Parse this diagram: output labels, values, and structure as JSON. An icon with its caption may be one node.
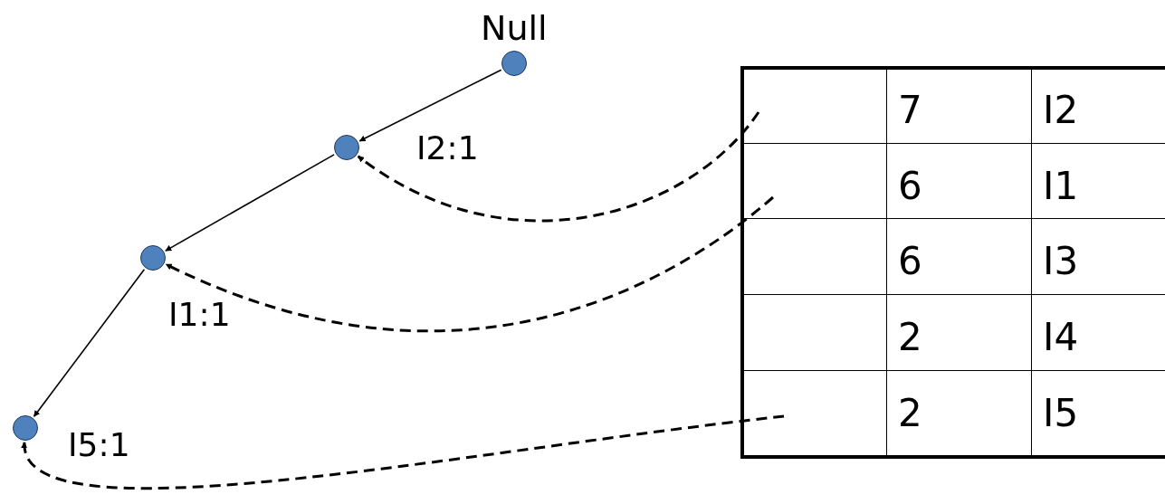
{
  "diagram": {
    "nodes": [
      {
        "text": [],
        "shape": "circle",
        "beside": [
          "Null"
        ]
      },
      {
        "text": [],
        "shape": "circle",
        "beside": [
          "I2:1"
        ]
      },
      {
        "text": [],
        "shape": "circle",
        "beside": [
          "I1:1"
        ]
      },
      {
        "text": [],
        "shape": "circle",
        "beside": [
          "I5:1"
        ]
      },
      {
        "text": [],
        "shape": "box"
      },
      {
        "text": [],
        "shape": "box"
      },
      {
        "text": [],
        "shape": "box"
      },
      {
        "text": [],
        "shape": "box"
      },
      {
        "text": [],
        "shape": "box"
      }
    ],
    "edges": [
      {
        "from": 0,
        "to": 1,
        "arrow": "to"
      },
      {
        "from": 1,
        "to": 2,
        "arrow": "to"
      },
      {
        "from": 2,
        "to": 3,
        "arrow": "to"
      },
      {
        "from": 4,
        "to": 1,
        "arrow": "to",
        "style": "dashed"
      },
      {
        "from": 5,
        "to": 2,
        "arrow": "to",
        "style": "dashed"
      },
      {
        "from": 8,
        "to": 3,
        "arrow": "to",
        "style": "dashed"
      }
    ],
    "labels": [
      "7",
      "I2",
      "6",
      "I1",
      "6",
      "I3",
      "2",
      "I4",
      "2",
      "I5"
    ]
  }
}
